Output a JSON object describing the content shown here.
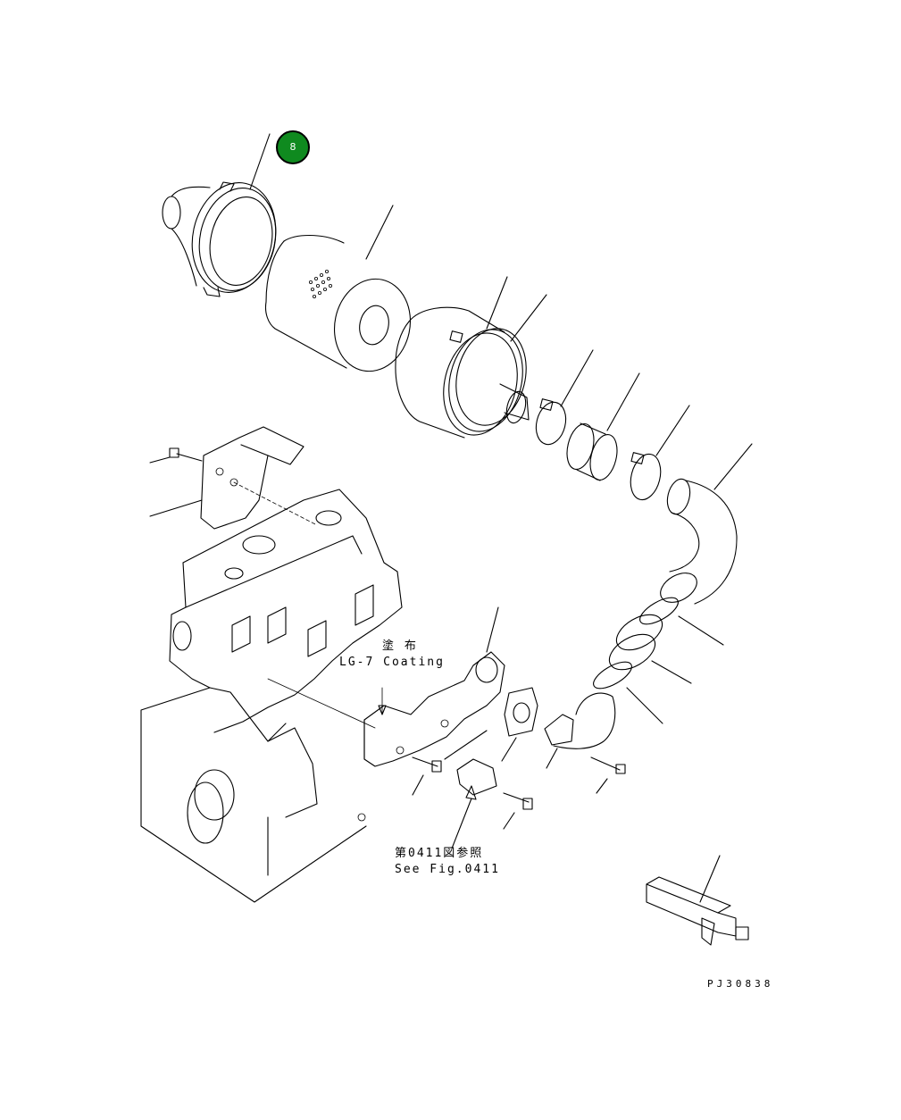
{
  "marker": {
    "number": "8",
    "color": "#0f8a1f"
  },
  "annotations": {
    "coating_jp": "塗 布",
    "coating_en": "LG-7 Coating",
    "see_fig_jp": "第0411図参照",
    "see_fig_en": "See Fig.0411"
  },
  "figure_code": "PJ30838"
}
